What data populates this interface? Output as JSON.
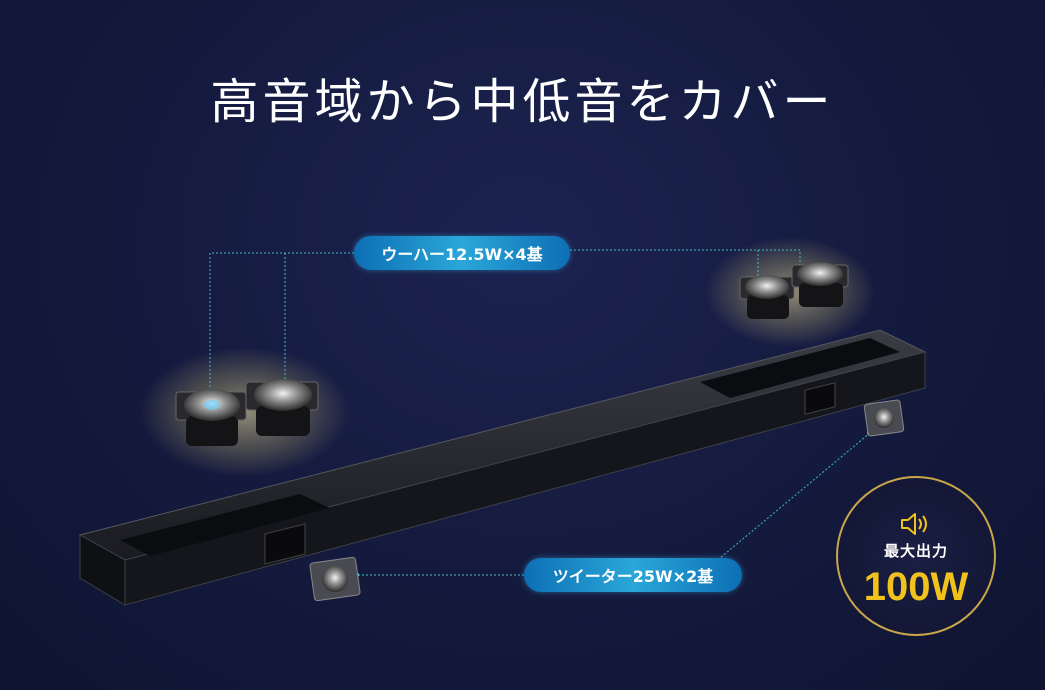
{
  "title": "高音域から中低音をカバー",
  "woofer_label": "ウーハー12.5W×4基",
  "tweeter_label": "ツイーター25W×2基",
  "badge": {
    "icon": "speaker-icon",
    "label": "最大出力",
    "value": "100W",
    "accent": "#f2c21c",
    "ring": "#c9a64a"
  },
  "colors": {
    "background": "#141a3d",
    "pill": "#1e8ccc",
    "leader_line": "#3fb9c9"
  }
}
